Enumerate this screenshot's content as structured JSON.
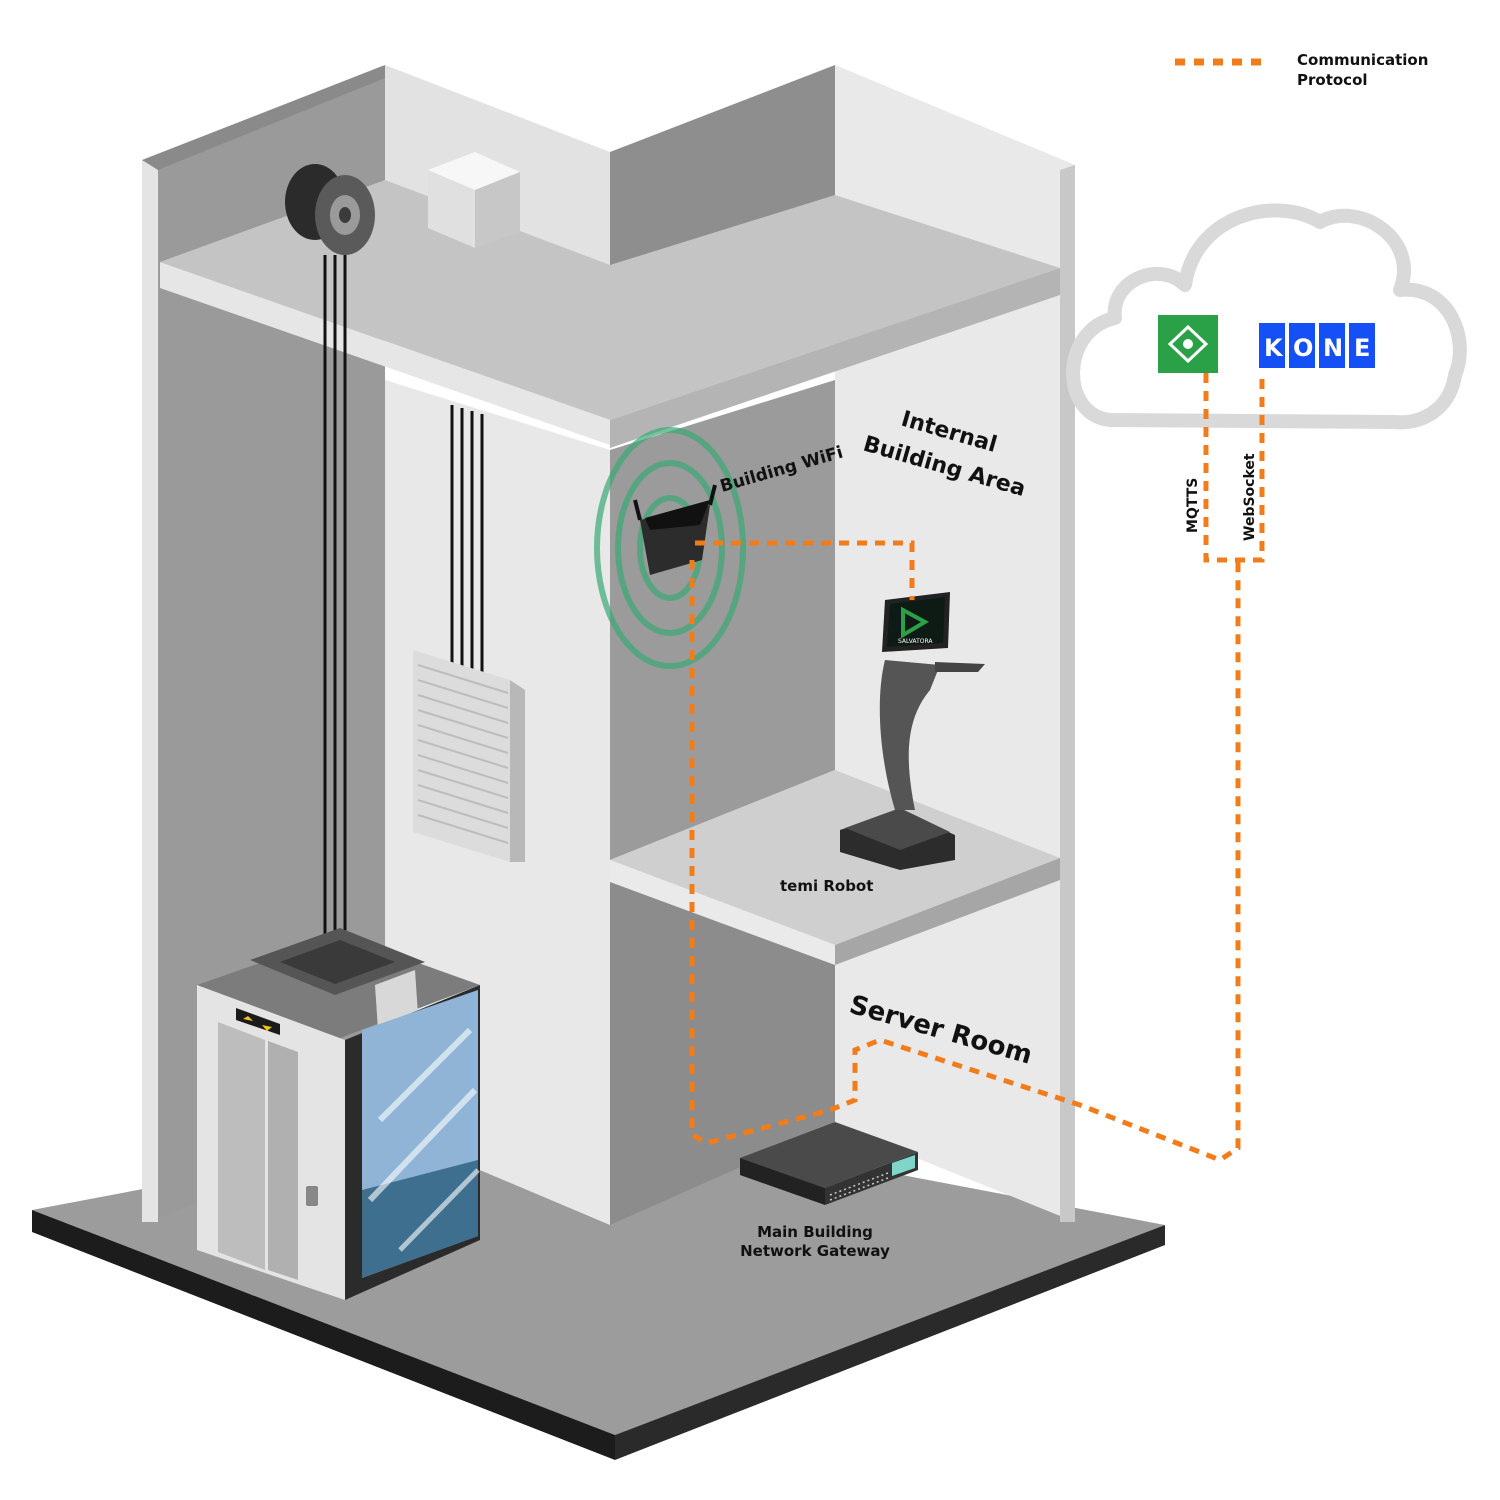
{
  "legend": {
    "label_line1": "Communication",
    "label_line2": "Protocol"
  },
  "labels": {
    "building_wifi": "Building WiFi",
    "internal_area_line1": "Internal",
    "internal_area_line2": "Building Area",
    "temi_robot": "temi Robot",
    "server_room": "Server Room",
    "gateway_line1": "Main Building",
    "gateway_line2": "Network Gateway",
    "robot_screen_brand": "SALVATORA",
    "mqtts": "MQTTS",
    "websocket": "WebSocket"
  },
  "kone_logo": {
    "letters": [
      "K",
      "O",
      "N",
      "E"
    ]
  },
  "colors": {
    "protocol_line": "#f27c1a",
    "kone_blue": "#1450f5",
    "green_logo": "#2aa146",
    "wifi_ring": "#3aa875",
    "wall_light": "#e8e8e8",
    "wall_mid": "#bdbdbd",
    "wall_dark": "#8f8f8f",
    "floor": "#9c9c9c",
    "base_edge": "#1c1c1c",
    "glass": "#8fb4d6",
    "cloud_stroke": "#d9d9d9"
  }
}
